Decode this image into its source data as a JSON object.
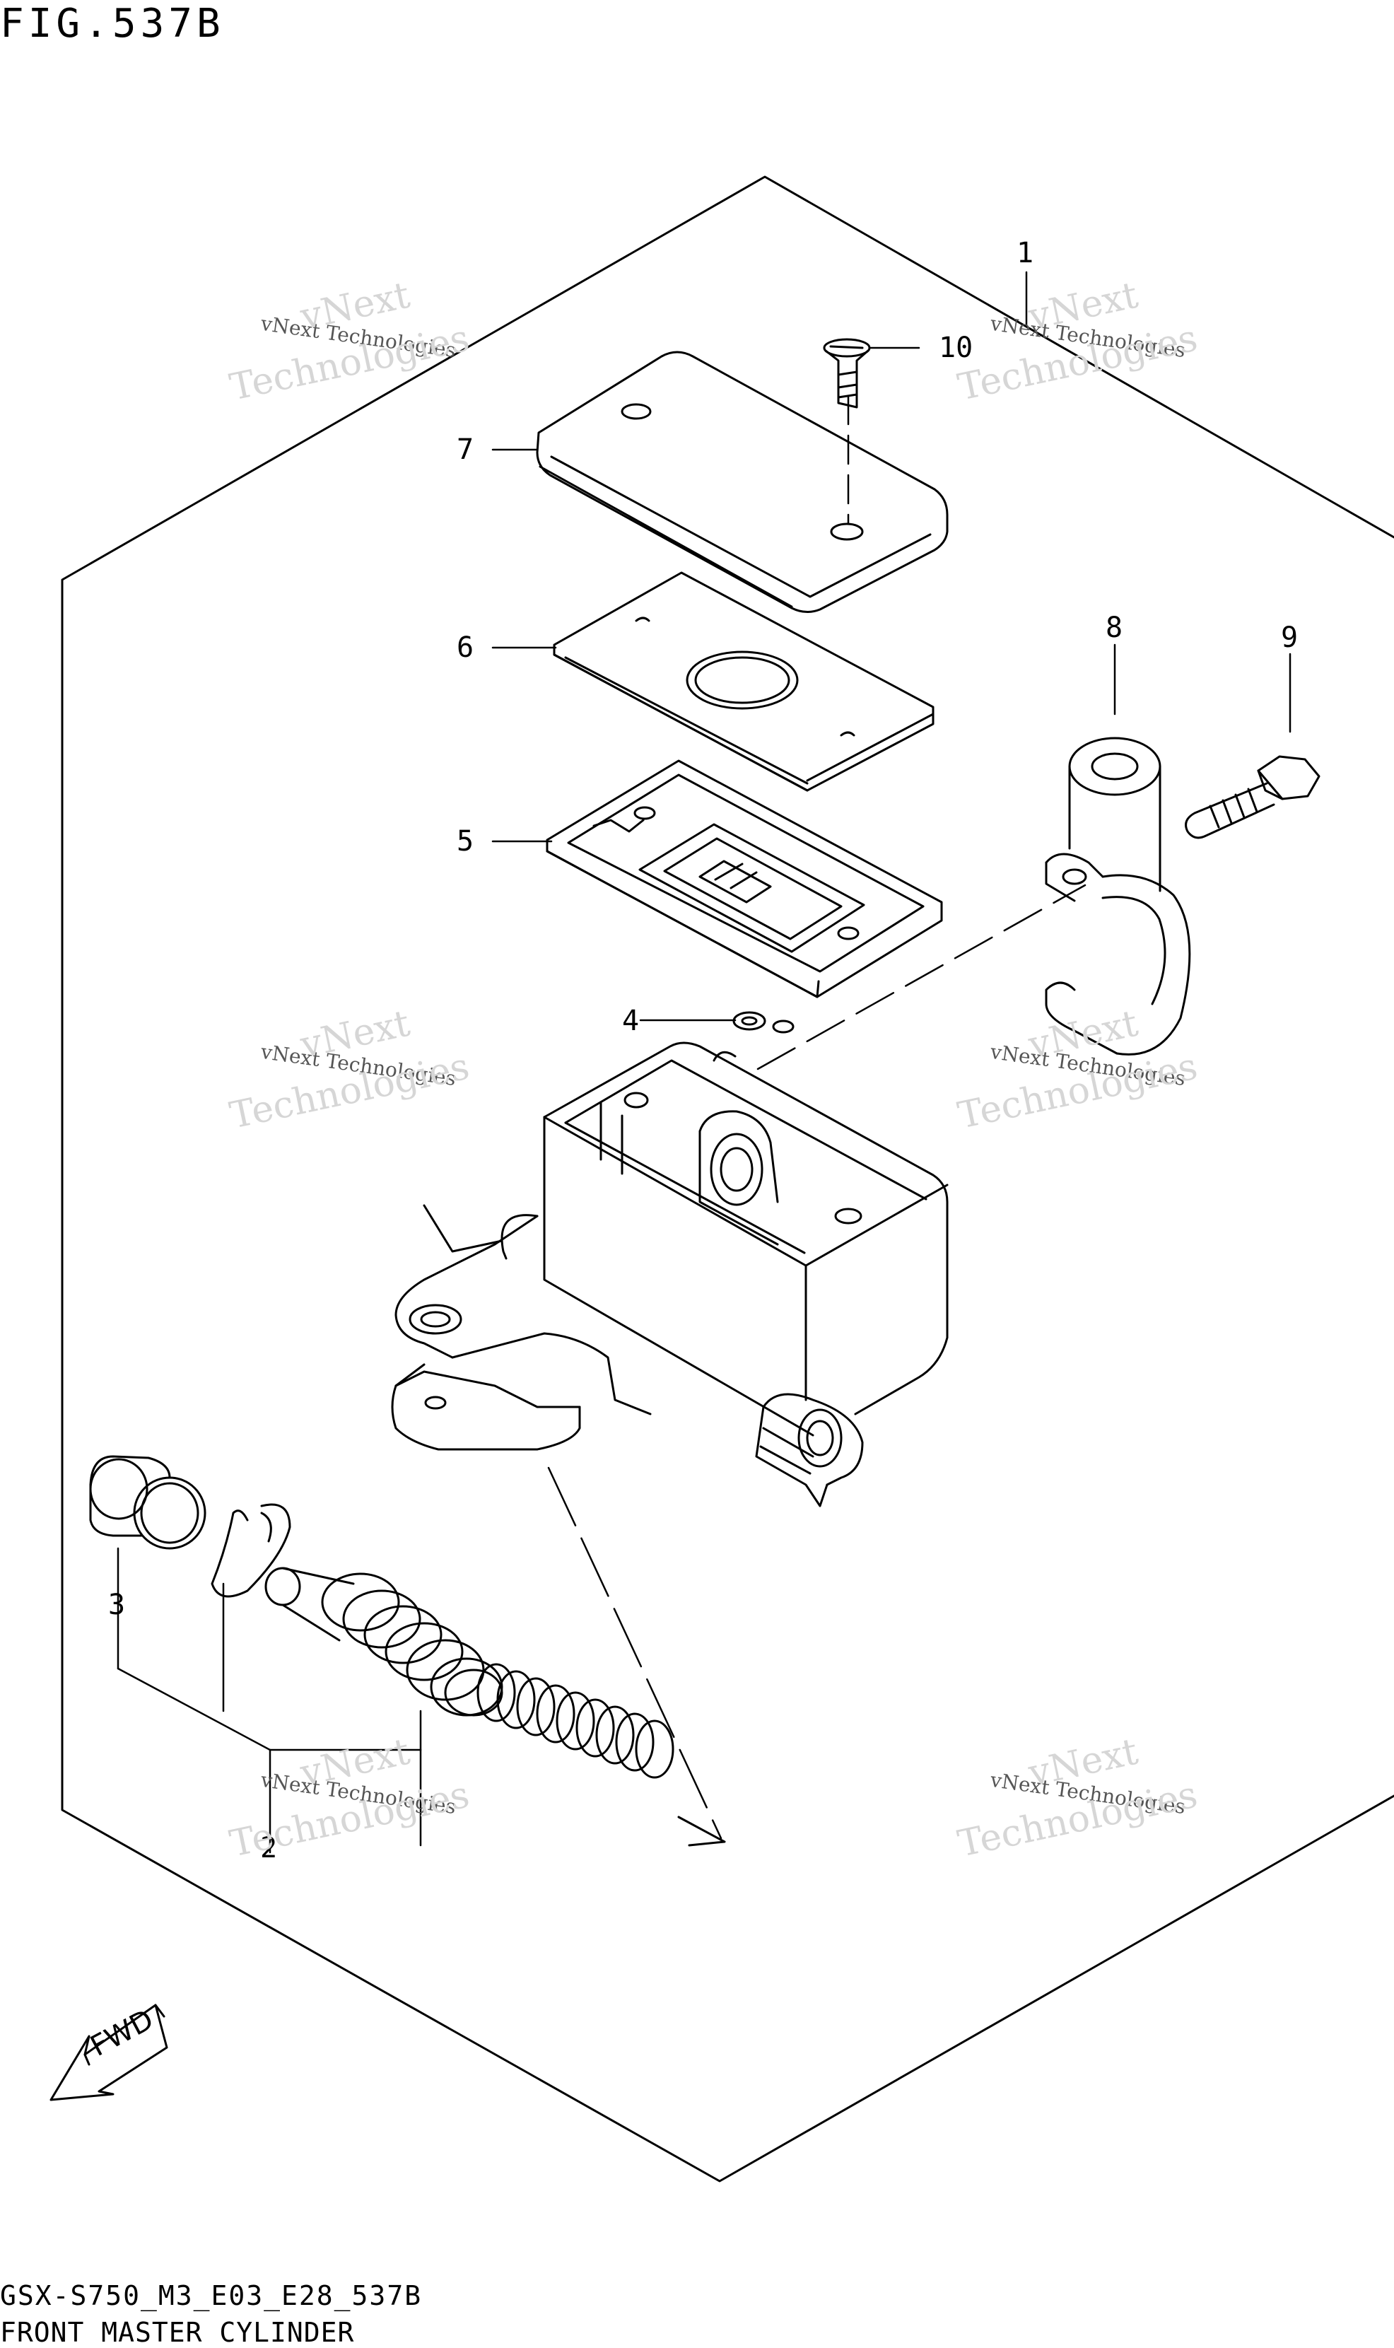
{
  "figure": {
    "title": "FIG.537B",
    "model_code": "GSX-S750_M3_E03_E28_537B",
    "name": "FRONT MASTER CYLINDER"
  },
  "callouts": [
    "1",
    "2",
    "3",
    "4",
    "5",
    "6",
    "7",
    "8",
    "9",
    "10"
  ],
  "watermark": {
    "line1": "vNext Technologies",
    "big1": "vNext",
    "big2": "Technologies"
  },
  "direction": {
    "label": "FWD"
  }
}
